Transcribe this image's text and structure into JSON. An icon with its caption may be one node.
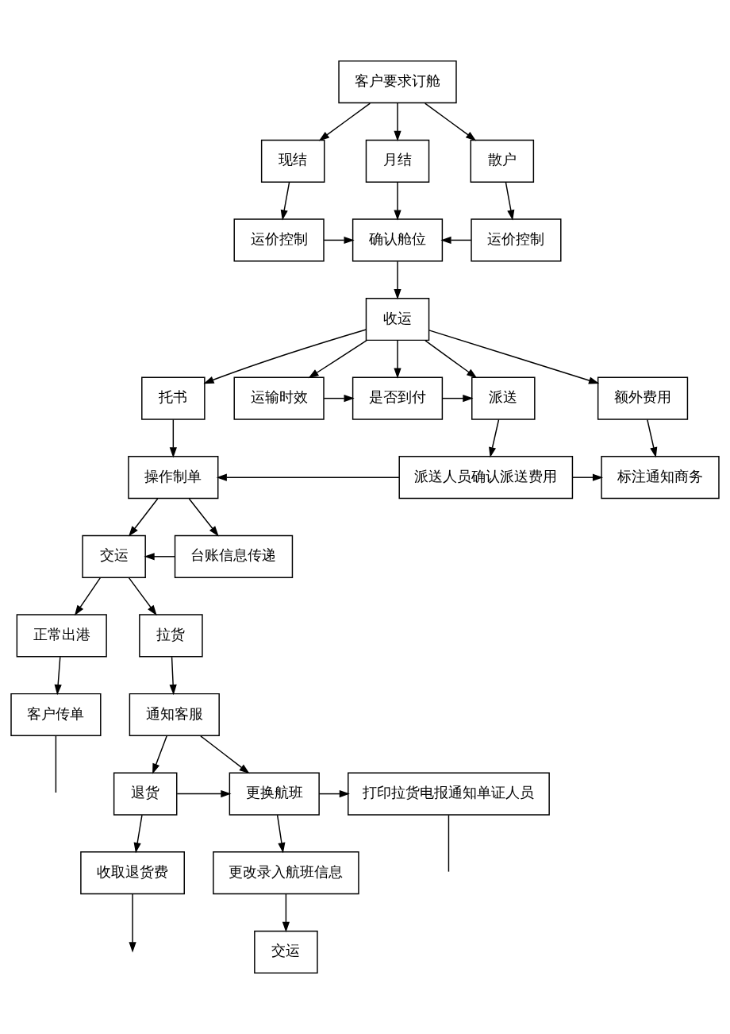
{
  "diagram": {
    "nodes": [
      {
        "text": [
          "客户要求订舱"
        ]
      },
      {
        "text": [
          "现结"
        ]
      },
      {
        "text": [
          "月结"
        ]
      },
      {
        "text": [
          "散户"
        ]
      },
      {
        "text": [
          "运价控制"
        ]
      },
      {
        "text": [
          "确认舱位"
        ]
      },
      {
        "text": [
          "运价控制"
        ]
      },
      {
        "text": [
          "收运"
        ]
      },
      {
        "text": [
          "托书"
        ]
      },
      {
        "text": [
          "运输时效"
        ]
      },
      {
        "text": [
          "是否到付"
        ]
      },
      {
        "text": [
          "派送"
        ]
      },
      {
        "text": [
          "额外费用"
        ]
      },
      {
        "text": [
          "操作制单"
        ]
      },
      {
        "text": [
          "派送人员确认派送费用"
        ]
      },
      {
        "text": [
          "标注通知商务"
        ]
      },
      {
        "text": [
          "交运"
        ]
      },
      {
        "text": [
          "台账信息传递"
        ]
      },
      {
        "text": [
          "正常出港"
        ]
      },
      {
        "text": [
          "拉货"
        ]
      },
      {
        "text": [
          "客户传单"
        ]
      },
      {
        "text": [
          "通知客服"
        ]
      },
      {
        "text": [
          "退货"
        ]
      },
      {
        "text": [
          "更换航班"
        ]
      },
      {
        "text": [
          "打印拉货电报通知单证人员"
        ]
      },
      {
        "text": [
          "收取退货费"
        ]
      },
      {
        "text": [
          "更改录入航班信息"
        ]
      },
      {
        "text": [
          "交运"
        ]
      }
    ],
    "edges": [
      {
        "from": 0,
        "to": 1,
        "arrow": "to"
      },
      {
        "from": 0,
        "to": 2,
        "arrow": "to"
      },
      {
        "from": 0,
        "to": 3,
        "arrow": "to"
      },
      {
        "from": 1,
        "to": 4,
        "arrow": "to"
      },
      {
        "from": 2,
        "to": 5,
        "arrow": "to"
      },
      {
        "from": 3,
        "to": 6,
        "arrow": "to"
      },
      {
        "from": 4,
        "to": 5,
        "arrow": "to"
      },
      {
        "from": 6,
        "to": 5,
        "arrow": "to"
      },
      {
        "from": 5,
        "to": 7,
        "arrow": "to"
      },
      {
        "from": 7,
        "to": 8,
        "arrow": "to"
      },
      {
        "from": 7,
        "to": 9,
        "arrow": "to"
      },
      {
        "from": 7,
        "to": 10,
        "arrow": "to"
      },
      {
        "from": 7,
        "to": 11,
        "arrow": "to"
      },
      {
        "from": 7,
        "to": 12,
        "arrow": "to"
      },
      {
        "from": 9,
        "to": 10,
        "arrow": "to"
      },
      {
        "from": 10,
        "to": 11,
        "arrow": "to"
      },
      {
        "from": 8,
        "to": 13,
        "arrow": "to"
      },
      {
        "from": 11,
        "to": 14,
        "arrow": "to"
      },
      {
        "from": 14,
        "to": 13,
        "arrow": "to"
      },
      {
        "from": 14,
        "to": 15,
        "arrow": "to"
      },
      {
        "from": 12,
        "to": 15,
        "arrow": "to"
      },
      {
        "from": 13,
        "to": 16,
        "arrow": "to"
      },
      {
        "from": 13,
        "to": 17,
        "arrow": "to"
      },
      {
        "from": 17,
        "to": 16,
        "arrow": "to"
      },
      {
        "from": 16,
        "to": 18,
        "arrow": "to"
      },
      {
        "from": 16,
        "to": 19,
        "arrow": "to"
      },
      {
        "from": 18,
        "to": 20,
        "arrow": "to"
      },
      {
        "from": 19,
        "to": 21,
        "arrow": "to"
      },
      {
        "from": 21,
        "to": 22,
        "arrow": "to"
      },
      {
        "from": 21,
        "to": 23,
        "arrow": "to"
      },
      {
        "from": 22,
        "to": 23,
        "arrow": "to"
      },
      {
        "from": 23,
        "to": 24,
        "arrow": "to"
      },
      {
        "from": 22,
        "to": 25,
        "arrow": "to"
      },
      {
        "from": 23,
        "to": 26,
        "arrow": "to"
      },
      {
        "from": 26,
        "to": 27,
        "arrow": "to"
      },
      {
        "from": 20,
        "to": null,
        "arrow": "none"
      },
      {
        "from": 25,
        "to": null,
        "arrow": "to"
      },
      {
        "from": 24,
        "to": null,
        "arrow": "none"
      }
    ]
  }
}
